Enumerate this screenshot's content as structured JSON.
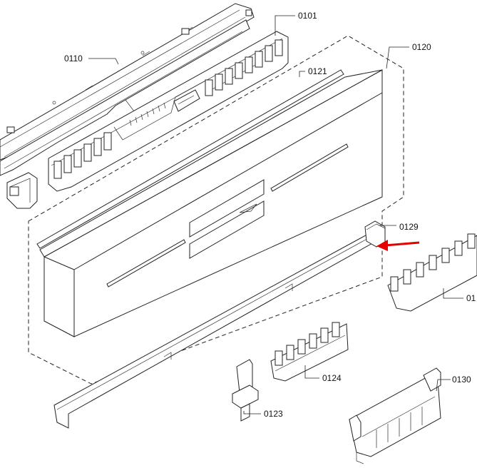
{
  "callouts": {
    "c0101": "0101",
    "c0110": "0110",
    "c0120": "0120",
    "c0121": "0121",
    "c0129": "0129",
    "c01_partial": "01",
    "c0124": "0124",
    "c0123": "0123",
    "c0130": "0130"
  },
  "colors": {
    "line": "#222222",
    "arrow": "#e60000",
    "background": "#ffffff"
  }
}
